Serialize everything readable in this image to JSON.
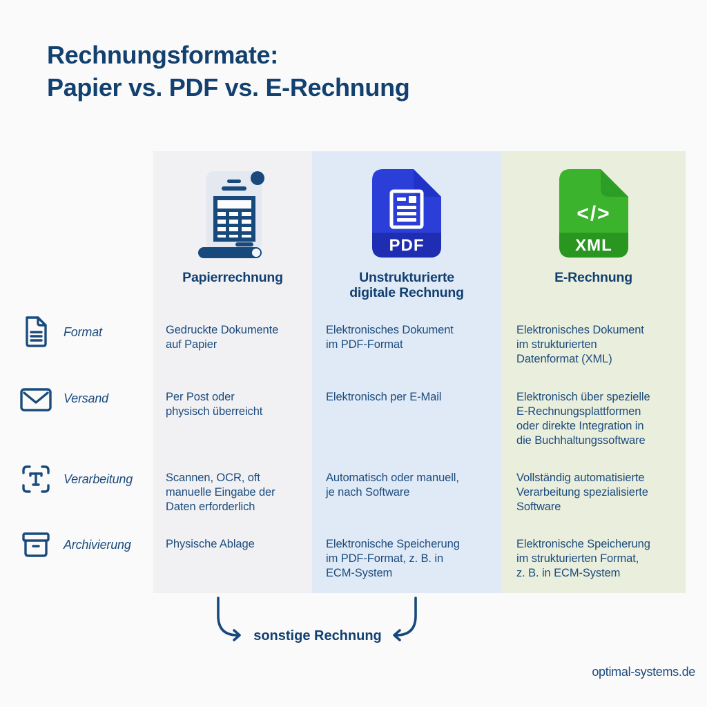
{
  "title": {
    "line1": "Rechnungsformate:",
    "line2": "Papier vs. PDF vs. E-Rechnung"
  },
  "rows": [
    {
      "label": "Format",
      "icon": "document-icon"
    },
    {
      "label": "Versand",
      "icon": "envelope-icon"
    },
    {
      "label": "Verarbeitung",
      "icon": "text-scan-ocr-icon"
    },
    {
      "label": "Archivierung",
      "icon": "archive-box-icon"
    }
  ],
  "columns": [
    {
      "header": "Papierrechnung",
      "icon": "paper-invoice-scroll-icon",
      "bg": "#f1f1f4",
      "cells": [
        "Gedruckte Dokumente\nauf Papier",
        "Per Post oder\nphysisch überreicht",
        "Scannen, OCR, oft\nmanuelle Eingabe der\nDaten erforderlich",
        "Physische Ablage"
      ]
    },
    {
      "header": "Unstrukturierte\ndigitale Rechnung",
      "icon": "pdf-file-icon",
      "badge": "PDF",
      "bg": "#e0eaf6",
      "cells": [
        "Elektronisches Dokument\nim PDF-Format",
        "Elektronisch per E-Mail",
        "Automatisch oder manuell,\nje nach Software",
        "Elektronische Speicherung\nim PDF-Format, z. B. in\nECM-System"
      ]
    },
    {
      "header": "E-Rechnung",
      "icon": "xml-file-icon",
      "badge": "XML",
      "code_glyph": "</>",
      "bg": "#eaeedc",
      "cells": [
        "Elektronisches Dokument\nim strukturierten\nDatenformat (XML)",
        "Elektronisch über spezielle\nE-Rechnungsplattformen\noder direkte Integration in\ndie Buchhaltungssoftware",
        "Vollständig automatisierte\nVerarbeitung spezialisierte\nSoftware",
        "Elektronische Speicherung\nim strukturierten Format,\nz. B. in ECM-System"
      ]
    }
  ],
  "bottom": {
    "label": "sonstige Rechnung"
  },
  "footer": {
    "site": "optimal-systems.de"
  },
  "colors": {
    "page_bg": "#fafafa",
    "accent_navy": "#1b4b7d",
    "title_navy": "#12406f",
    "pdf_blue": "#2b3fd8",
    "pdf_dark_blue": "#1e2db2",
    "xml_green": "#3bb32d",
    "xml_dark_green": "#28961f",
    "col1_bg": "#f1f1f4",
    "col2_bg": "#e0eaf6",
    "col3_bg": "#eaeedc"
  }
}
